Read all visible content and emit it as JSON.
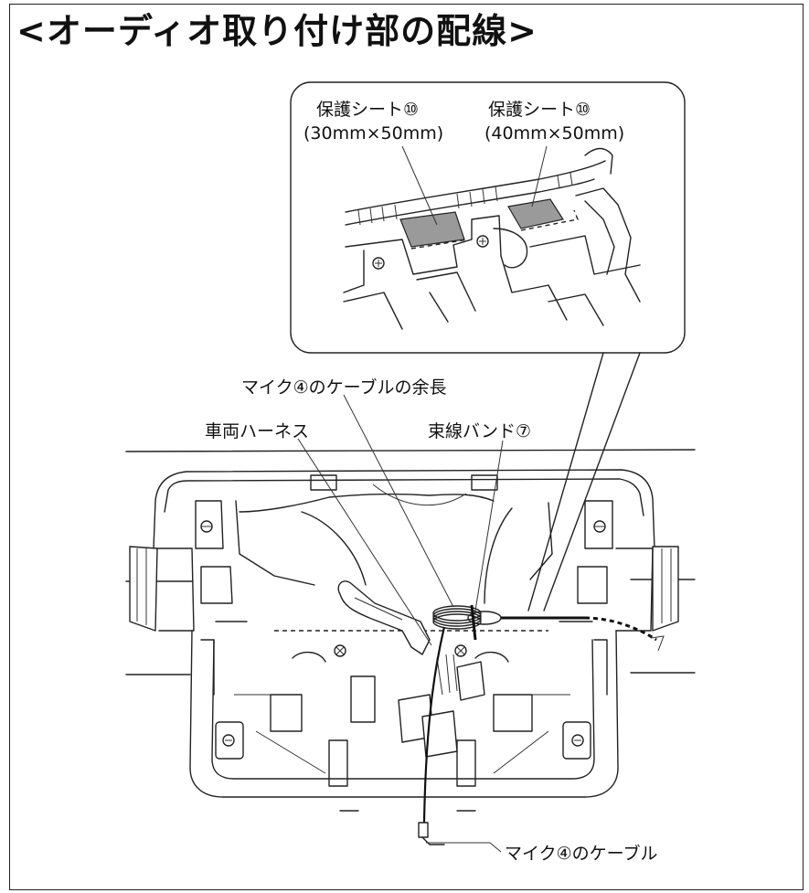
{
  "heading": "<オーディオ取り付け部の配線>",
  "callouts": {
    "sheet_left": {
      "line1": "保護シート⑩",
      "line2": "(30mm×50mm)"
    },
    "sheet_right": {
      "line1": "保護シート⑩",
      "line2": "(40mm×50mm)"
    },
    "mic_cable_slack": "マイク④のケーブルの余長",
    "vehicle_harness": "車両ハーネス",
    "cable_tie": "束線バンド⑦",
    "mic_cable": "マイク④のケーブル"
  },
  "colors": {
    "border": "#222222",
    "line": "#222222",
    "protective_sheet": "#9a9a9a",
    "background": "#ffffff"
  }
}
